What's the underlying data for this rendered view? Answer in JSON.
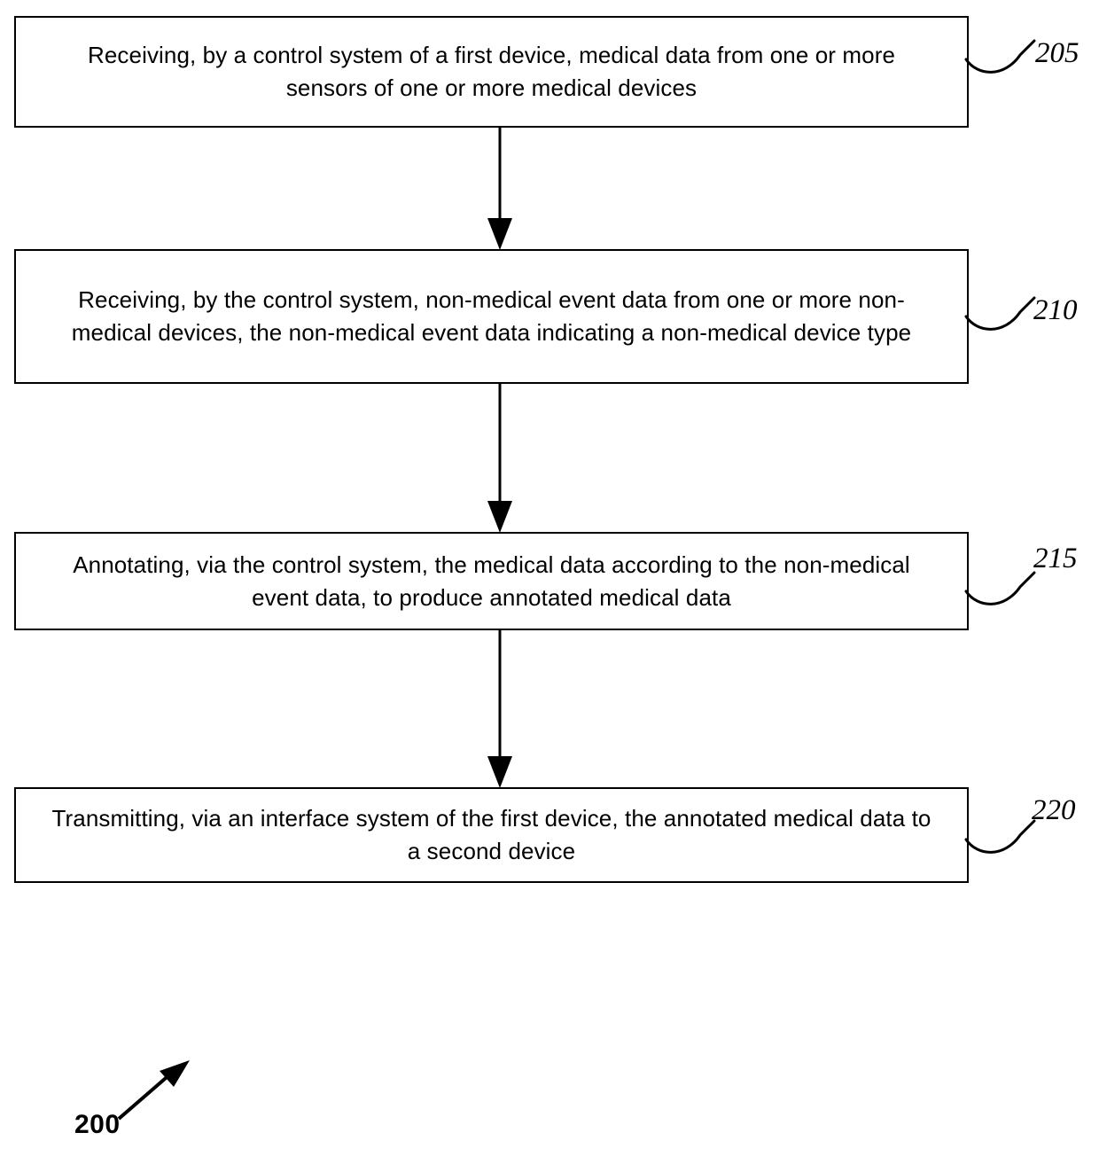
{
  "figure": {
    "label": "200",
    "type": "patent-method-flowchart",
    "orientation": "vertical",
    "background_color": "#ffffff",
    "line_color": "#000000"
  },
  "steps": [
    {
      "ref": "205",
      "text": "Receiving, by a control system of a first device, medical data from one or more sensors of one or more medical devices"
    },
    {
      "ref": "210",
      "text": "Receiving, by the control system, non-medical event data from one or more non-medical devices, the non-medical event data indicating a non-medical device type"
    },
    {
      "ref": "215",
      "text": "Annotating, via the control system, the medical data according to the non-medical event data, to produce annotated medical data"
    },
    {
      "ref": "220",
      "text": "Transmitting, via an interface system of the first device, the annotated medical data to a second device"
    }
  ],
  "connectors": [
    {
      "from": "205",
      "to": "210",
      "style": "solid-line-with-filled-arrowhead"
    },
    {
      "from": "210",
      "to": "215",
      "style": "solid-line-with-filled-arrowhead"
    },
    {
      "from": "215",
      "to": "220",
      "style": "solid-line-with-filled-arrowhead"
    }
  ]
}
